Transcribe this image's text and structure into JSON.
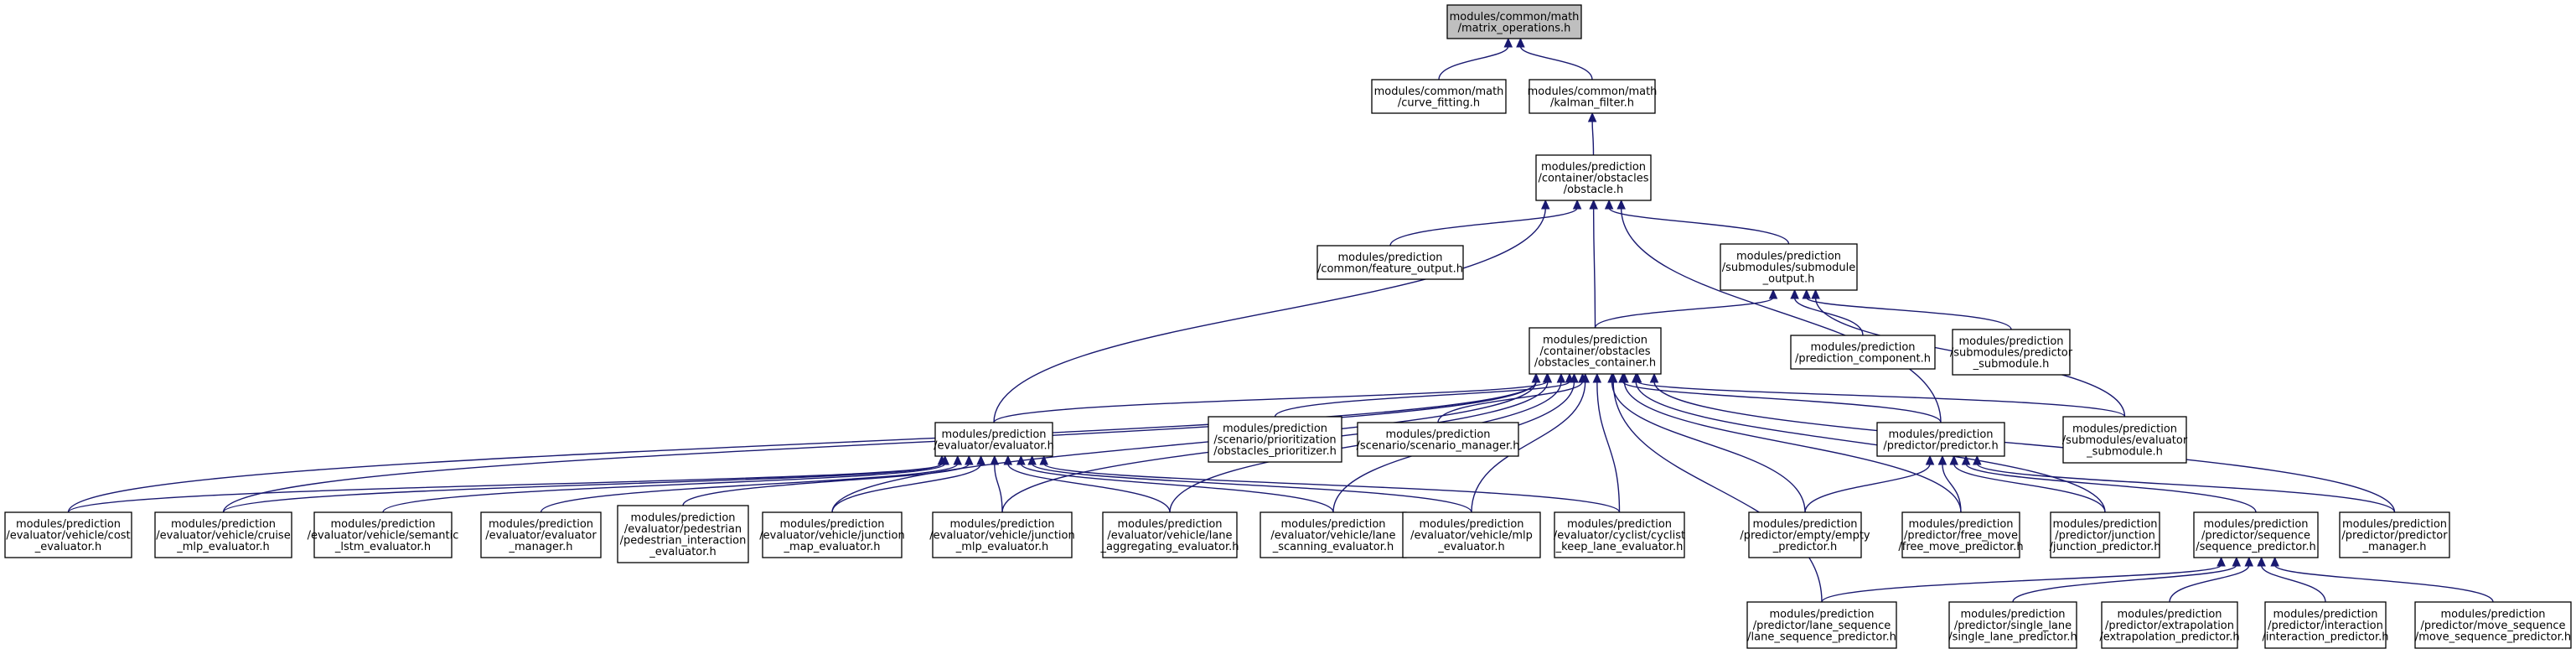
{
  "colors": {
    "edge": "#191970",
    "root_fill": "#bfbfbf",
    "node_fill": "#ffffff",
    "node_border": "#000000"
  },
  "nodes": {
    "matrix_operations": {
      "lines": [
        "modules/common/math",
        "/matrix_operations.h"
      ],
      "root": true
    },
    "curve_fitting": {
      "lines": [
        "modules/common/math",
        "/curve_fitting.h"
      ]
    },
    "kalman_filter": {
      "lines": [
        "modules/common/math",
        "/kalman_filter.h"
      ]
    },
    "obstacle": {
      "lines": [
        "modules/prediction",
        "/container/obstacles",
        "/obstacle.h"
      ]
    },
    "feature_output": {
      "lines": [
        "modules/prediction",
        "/common/feature_output.h"
      ]
    },
    "submodule_output": {
      "lines": [
        "modules/prediction",
        "/submodules/submodule",
        "_output.h"
      ]
    },
    "obstacles_container": {
      "lines": [
        "modules/prediction",
        "/container/obstacles",
        "/obstacles_container.h"
      ]
    },
    "prediction_component": {
      "lines": [
        "modules/prediction",
        "/prediction_component.h"
      ]
    },
    "predictor_submodule": {
      "lines": [
        "modules/prediction",
        "/submodules/predictor",
        "_submodule.h"
      ]
    },
    "obstacles_prioritizer": {
      "lines": [
        "modules/prediction",
        "/scenario/prioritization",
        "/obstacles_prioritizer.h"
      ]
    },
    "scenario_manager": {
      "lines": [
        "modules/prediction",
        "/scenario/scenario_manager.h"
      ]
    },
    "evaluator": {
      "lines": [
        "modules/prediction",
        "/evaluator/evaluator.h"
      ]
    },
    "predictor": {
      "lines": [
        "modules/prediction",
        "/predictor/predictor.h"
      ]
    },
    "evaluator_submodule": {
      "lines": [
        "modules/prediction",
        "/submodules/evaluator",
        "_submodule.h"
      ]
    },
    "cost_evaluator": {
      "lines": [
        "modules/prediction",
        "/evaluator/vehicle/cost",
        "_evaluator.h"
      ]
    },
    "cruise_mlp_evaluator": {
      "lines": [
        "modules/prediction",
        "/evaluator/vehicle/cruise",
        "_mlp_evaluator.h"
      ]
    },
    "semantic_lstm_evaluator": {
      "lines": [
        "modules/prediction",
        "/evaluator/vehicle/semantic",
        "_lstm_evaluator.h"
      ]
    },
    "evaluator_manager": {
      "lines": [
        "modules/prediction",
        "/evaluator/evaluator",
        "_manager.h"
      ]
    },
    "pedestrian_interaction_evaluator": {
      "lines": [
        "modules/prediction",
        "/evaluator/pedestrian",
        "/pedestrian_interaction",
        "_evaluator.h"
      ]
    },
    "junction_map_evaluator": {
      "lines": [
        "modules/prediction",
        "/evaluator/vehicle/junction",
        "_map_evaluator.h"
      ]
    },
    "junction_mlp_evaluator": {
      "lines": [
        "modules/prediction",
        "/evaluator/vehicle/junction",
        "_mlp_evaluator.h"
      ]
    },
    "lane_aggregating_evaluator": {
      "lines": [
        "modules/prediction",
        "/evaluator/vehicle/lane",
        "_aggregating_evaluator.h"
      ]
    },
    "lane_scanning_evaluator": {
      "lines": [
        "modules/prediction",
        "/evaluator/vehicle/lane",
        "_scanning_evaluator.h"
      ]
    },
    "mlp_evaluator": {
      "lines": [
        "modules/prediction",
        "/evaluator/vehicle/mlp",
        "_evaluator.h"
      ]
    },
    "cyclist_keep_lane_evaluator": {
      "lines": [
        "modules/prediction",
        "/evaluator/cyclist/cyclist",
        "_keep_lane_evaluator.h"
      ]
    },
    "empty_predictor": {
      "lines": [
        "modules/prediction",
        "/predictor/empty/empty",
        "_predictor.h"
      ]
    },
    "free_move_predictor": {
      "lines": [
        "modules/prediction",
        "/predictor/free_move",
        "/free_move_predictor.h"
      ]
    },
    "junction_predictor": {
      "lines": [
        "modules/prediction",
        "/predictor/junction",
        "/junction_predictor.h"
      ]
    },
    "sequence_predictor": {
      "lines": [
        "modules/prediction",
        "/predictor/sequence",
        "/sequence_predictor.h"
      ]
    },
    "predictor_manager": {
      "lines": [
        "modules/prediction",
        "/predictor/predictor",
        "_manager.h"
      ]
    },
    "lane_sequence_predictor": {
      "lines": [
        "modules/prediction",
        "/predictor/lane_sequence",
        "/lane_sequence_predictor.h"
      ]
    },
    "single_lane_predictor": {
      "lines": [
        "modules/prediction",
        "/predictor/single_lane",
        "/single_lane_predictor.h"
      ]
    },
    "extrapolation_predictor": {
      "lines": [
        "modules/prediction",
        "/predictor/extrapolation",
        "/extrapolation_predictor.h"
      ]
    },
    "interaction_predictor": {
      "lines": [
        "modules/prediction",
        "/predictor/interaction",
        "/interaction_predictor.h"
      ]
    },
    "move_sequence_predictor": {
      "lines": [
        "modules/prediction",
        "/predictor/move_sequence",
        "/move_sequence_predictor.h"
      ]
    }
  },
  "edges": [
    {
      "from": "curve_fitting",
      "to": "matrix_operations"
    },
    {
      "from": "kalman_filter",
      "to": "matrix_operations"
    },
    {
      "from": "obstacle",
      "to": "kalman_filter"
    },
    {
      "from": "feature_output",
      "to": "obstacle"
    },
    {
      "from": "submodule_output",
      "to": "obstacle"
    },
    {
      "from": "obstacles_container",
      "to": "obstacle"
    },
    {
      "from": "evaluator",
      "to": "obstacle"
    },
    {
      "from": "predictor",
      "to": "obstacle"
    },
    {
      "from": "obstacles_container",
      "to": "submodule_output"
    },
    {
      "from": "prediction_component",
      "to": "submodule_output"
    },
    {
      "from": "predictor_submodule",
      "to": "submodule_output"
    },
    {
      "from": "evaluator_submodule",
      "to": "submodule_output"
    },
    {
      "from": "obstacles_prioritizer",
      "to": "obstacles_container"
    },
    {
      "from": "scenario_manager",
      "to": "obstacles_container"
    },
    {
      "from": "evaluator",
      "to": "obstacles_container"
    },
    {
      "from": "predictor",
      "to": "obstacles_container"
    },
    {
      "from": "evaluator_submodule",
      "to": "obstacles_container"
    },
    {
      "from": "cost_evaluator",
      "to": "obstacles_container"
    },
    {
      "from": "cruise_mlp_evaluator",
      "to": "obstacles_container"
    },
    {
      "from": "junction_map_evaluator",
      "to": "obstacles_container"
    },
    {
      "from": "junction_mlp_evaluator",
      "to": "obstacles_container"
    },
    {
      "from": "lane_aggregating_evaluator",
      "to": "obstacles_container"
    },
    {
      "from": "lane_scanning_evaluator",
      "to": "obstacles_container"
    },
    {
      "from": "mlp_evaluator",
      "to": "obstacles_container"
    },
    {
      "from": "cyclist_keep_lane_evaluator",
      "to": "obstacles_container"
    },
    {
      "from": "empty_predictor",
      "to": "obstacles_container"
    },
    {
      "from": "free_move_predictor",
      "to": "obstacles_container"
    },
    {
      "from": "junction_predictor",
      "to": "obstacles_container"
    },
    {
      "from": "predictor_manager",
      "to": "obstacles_container"
    },
    {
      "from": "lane_sequence_predictor",
      "to": "obstacles_container"
    },
    {
      "from": "cost_evaluator",
      "to": "evaluator"
    },
    {
      "from": "cruise_mlp_evaluator",
      "to": "evaluator"
    },
    {
      "from": "semantic_lstm_evaluator",
      "to": "evaluator"
    },
    {
      "from": "evaluator_manager",
      "to": "evaluator"
    },
    {
      "from": "pedestrian_interaction_evaluator",
      "to": "evaluator"
    },
    {
      "from": "junction_map_evaluator",
      "to": "evaluator"
    },
    {
      "from": "junction_mlp_evaluator",
      "to": "evaluator"
    },
    {
      "from": "lane_aggregating_evaluator",
      "to": "evaluator"
    },
    {
      "from": "lane_scanning_evaluator",
      "to": "evaluator"
    },
    {
      "from": "mlp_evaluator",
      "to": "evaluator"
    },
    {
      "from": "cyclist_keep_lane_evaluator",
      "to": "evaluator"
    },
    {
      "from": "empty_predictor",
      "to": "predictor"
    },
    {
      "from": "free_move_predictor",
      "to": "predictor"
    },
    {
      "from": "junction_predictor",
      "to": "predictor"
    },
    {
      "from": "sequence_predictor",
      "to": "predictor"
    },
    {
      "from": "predictor_manager",
      "to": "predictor"
    },
    {
      "from": "lane_sequence_predictor",
      "to": "sequence_predictor"
    },
    {
      "from": "single_lane_predictor",
      "to": "sequence_predictor"
    },
    {
      "from": "extrapolation_predictor",
      "to": "sequence_predictor"
    },
    {
      "from": "interaction_predictor",
      "to": "sequence_predictor"
    },
    {
      "from": "move_sequence_predictor",
      "to": "sequence_predictor"
    }
  ]
}
